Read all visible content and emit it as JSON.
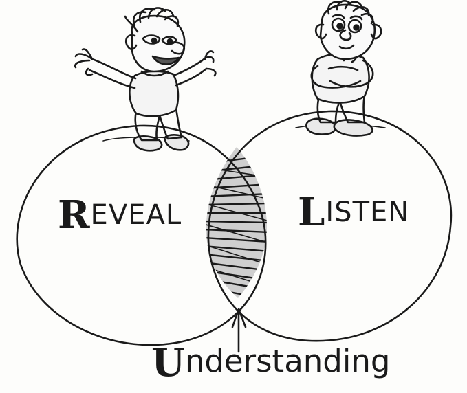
{
  "diagram": {
    "left_circle_label": "REVEAL",
    "right_circle_label": "LISTEN",
    "overlap_label": "Understanding"
  }
}
